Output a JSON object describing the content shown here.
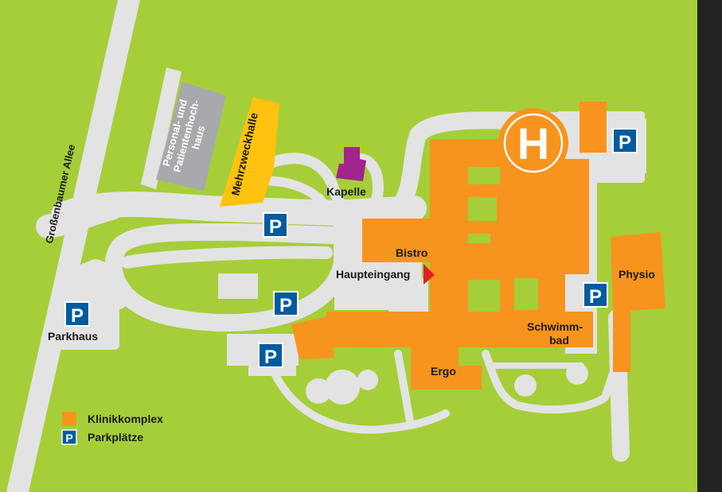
{
  "colors": {
    "background_frame": "#232323",
    "grass": "#a6ce39",
    "road": "#e3e3e3",
    "clinic": "#f7941d",
    "hall": "#ffc20e",
    "staff_building": "#a7a9ac",
    "chapel": "#a3238e",
    "parking": "#005b9f",
    "entrance_marker": "#e31e24"
  },
  "map": {
    "street_label": "Großenbaumer Allee",
    "buildings": {
      "staff_line1": "Personal- und",
      "staff_line2": "Patientenhoch-",
      "staff_line3": "haus",
      "hall": "Mehrzweckhalle",
      "chapel": "Kapelle",
      "bistro": "Bistro",
      "main_entrance": "Haupteingang",
      "physio": "Physio",
      "pool_line1": "Schwimm-",
      "pool_line2": "bad",
      "ergo": "Ergo",
      "parkhaus": "Parkhaus"
    },
    "helipad_letter": "H",
    "parking_letter": "P"
  },
  "legend": {
    "clinic_label": "Klinikkomplex",
    "parking_label": "Parkplätze",
    "parking_letter": "P"
  }
}
